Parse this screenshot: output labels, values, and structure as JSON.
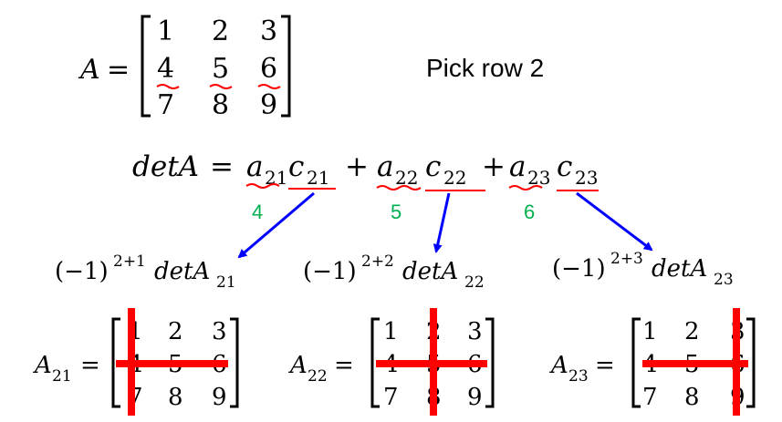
{
  "matrix_a": {
    "name": "A",
    "equals": "=",
    "rows": [
      [
        "1",
        "2",
        "3"
      ],
      [
        "4",
        "5",
        "6"
      ],
      [
        "7",
        "8",
        "9"
      ]
    ]
  },
  "note": "Pick row 2",
  "expansion": {
    "lhs": "detA",
    "equals": "=",
    "terms": [
      {
        "a": "a",
        "a_sub": "21",
        "c": "c",
        "c_sub": "21",
        "value": "4"
      },
      {
        "a": "a",
        "a_sub": "22",
        "c": "c",
        "c_sub": "22",
        "value": "5"
      },
      {
        "a": "a",
        "a_sub": "23",
        "c": "c",
        "c_sub": "23",
        "value": "6"
      }
    ],
    "plus": "+"
  },
  "cofactors": [
    {
      "base": "(−1)",
      "exp": "2+1",
      "det": "detA",
      "sub": "21"
    },
    {
      "base": "(−1)",
      "exp": "2+2",
      "det": "detA",
      "sub": "22"
    },
    {
      "base": "(−1)",
      "exp": "2+3",
      "det": "detA",
      "sub": "23"
    }
  ],
  "minors": [
    {
      "name": "A",
      "sub": "21",
      "equals": "=",
      "rows": [
        [
          "1",
          "2",
          "3"
        ],
        [
          "4",
          "5",
          "6"
        ],
        [
          "7",
          "8",
          "9"
        ]
      ]
    },
    {
      "name": "A",
      "sub": "22",
      "equals": "=",
      "rows": [
        [
          "1",
          "2",
          "3"
        ],
        [
          "4",
          "5",
          "6"
        ],
        [
          "7",
          "8",
          "9"
        ]
      ]
    },
    {
      "name": "A",
      "sub": "23",
      "equals": "=",
      "rows": [
        [
          "1",
          "2",
          "3"
        ],
        [
          "4",
          "5",
          "6"
        ],
        [
          "7",
          "8",
          "9"
        ]
      ]
    }
  ],
  "colors": {
    "ink": "#000000",
    "annotation_red": "#ff0000",
    "arrow_blue": "#0000ff",
    "value_green": "#00b050"
  }
}
